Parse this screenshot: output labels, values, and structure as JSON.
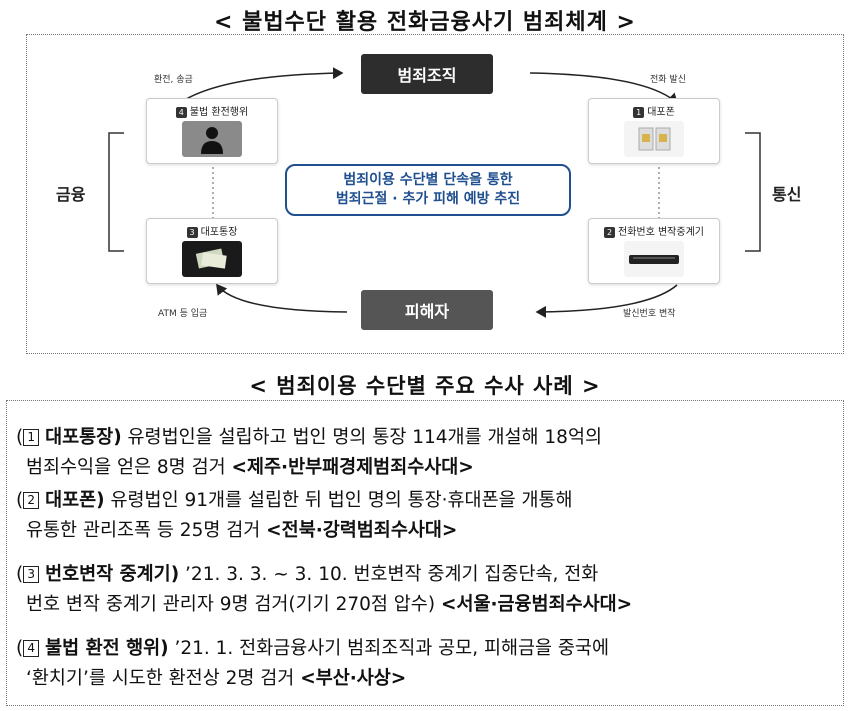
{
  "diagram": {
    "title": "< 불법수단 활용 전화금융사기 범죄체계 >",
    "crime_org": "범죄조직",
    "victim": "피해자",
    "left_label": "금융",
    "right_label": "통신",
    "center_note": {
      "line1": "범죄이용 수단별 단속을 통한",
      "line2": "범죄근절 · 추가 피해 예방 추진"
    },
    "cards": {
      "c1": {
        "num": "1",
        "title": "대포폰"
      },
      "c2": {
        "num": "2",
        "title": "전화번호 변작중계기"
      },
      "c3": {
        "num": "3",
        "title": "대포통장"
      },
      "c4": {
        "num": "4",
        "title": "불법 환전행위"
      }
    },
    "arrow_labels": {
      "top_left": "환전, 송금",
      "top_right": "전화 발신",
      "bottom_right": "발신번호 변작",
      "bottom_left": "ATM 등 입금"
    }
  },
  "cases": {
    "title": "< 범죄이용 수단별 주요 수사 사례 >",
    "items": [
      {
        "num": "1",
        "label": "대포통장)",
        "line1_text": " 유령법인을 설립하고 법인 명의 통장 114개를 개설해 18억의",
        "line2_text": "범죄수익을 얻은 8명 검거 ",
        "agency": "<제주·반부패경제범죄수사대>"
      },
      {
        "num": "2",
        "label": "대포폰)",
        "line1_text": " 유령법인 91개를 설립한 뒤 법인 명의 통장·휴대폰을 개통해",
        "line2_text": "유통한 관리조폭 등 25명 검거 ",
        "agency": "<전북·강력범죄수사대>"
      },
      {
        "num": "3",
        "label": "번호변작 중계기)",
        "line1_text": " ’21. 3. 3. ~ 3. 10.  번호변작 중계기 집중단속, 전화",
        "line2_text": "번호 변작 중계기 관리자 9명 검거(기기 270점 압수) ",
        "agency": "<서울·금융범죄수사대>"
      },
      {
        "num": "4",
        "label": "불법 환전 행위)",
        "line1_text": " ’21. 1. 전화금융사기 범죄조직과 공모, 피해금을 중국에",
        "line2_text": "‘환치기’를 시도한 환전상 2명 검거 ",
        "agency": "<부산·사상>"
      }
    ]
  }
}
